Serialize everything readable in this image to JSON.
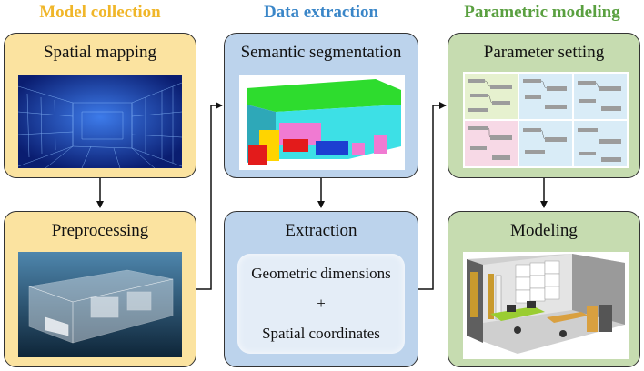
{
  "columns": {
    "collection": {
      "title": "Model collection",
      "color": "#f0b629"
    },
    "extraction": {
      "title": "Data extraction",
      "color": "#3a86c8"
    },
    "modeling": {
      "title": "Parametric modeling",
      "color": "#5aa040"
    }
  },
  "cards": {
    "spatial_mapping": {
      "title": "Spatial mapping"
    },
    "preprocessing": {
      "title": "Preprocessing"
    },
    "semantic_segmentation": {
      "title": "Semantic segmentation"
    },
    "extraction": {
      "title": "Extraction",
      "line1": "Geometric dimensions",
      "line2": "+",
      "line3": "Spatial coordinates"
    },
    "parameter_setting": {
      "title": "Parameter setting"
    },
    "modeling": {
      "title": "Modeling"
    }
  }
}
